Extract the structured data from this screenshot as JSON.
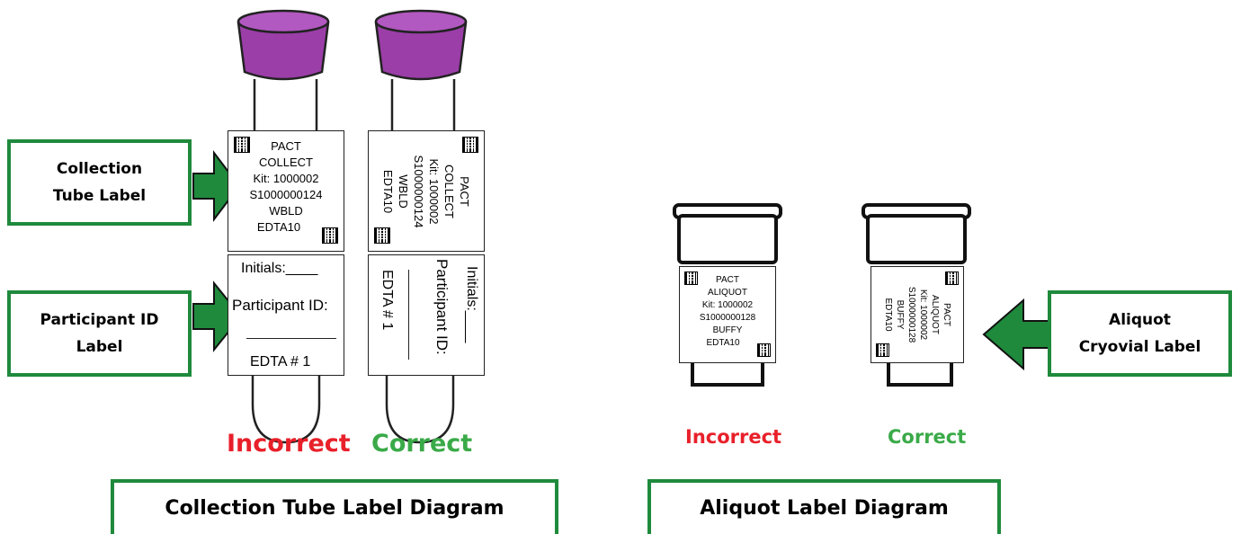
{
  "callouts": {
    "collection_tube": [
      "Collection",
      "Tube Label"
    ],
    "participant_id": [
      "Participant ID",
      "Label"
    ],
    "aliquot_cryovial": [
      "Aliquot",
      "Cryovial Label"
    ]
  },
  "collection_label": [
    "PACT",
    "COLLECT",
    "Kit: 1000002",
    "S1000000124",
    "WBLD",
    "EDTA10"
  ],
  "participant_label": {
    "initials": "Initials:____",
    "participant_id": "Participant ID:",
    "edta": "EDTA # 1"
  },
  "aliquot_label": [
    "PACT",
    "ALIQUOT",
    "Kit: 1000002",
    "S1000000128",
    "BUFFY",
    "EDTA10"
  ],
  "verdicts": {
    "incorrect": "Incorrect",
    "correct": "Correct"
  },
  "captions": {
    "collection": "Collection Tube Label Diagram",
    "aliquot": "Aliquot Label Diagram"
  },
  "colors": {
    "green": "#1f8a3c",
    "arrow": "#1f8a3c",
    "cap": "#9b3ea8",
    "incorrect": "#e8202a",
    "correct": "#3aaa48"
  }
}
